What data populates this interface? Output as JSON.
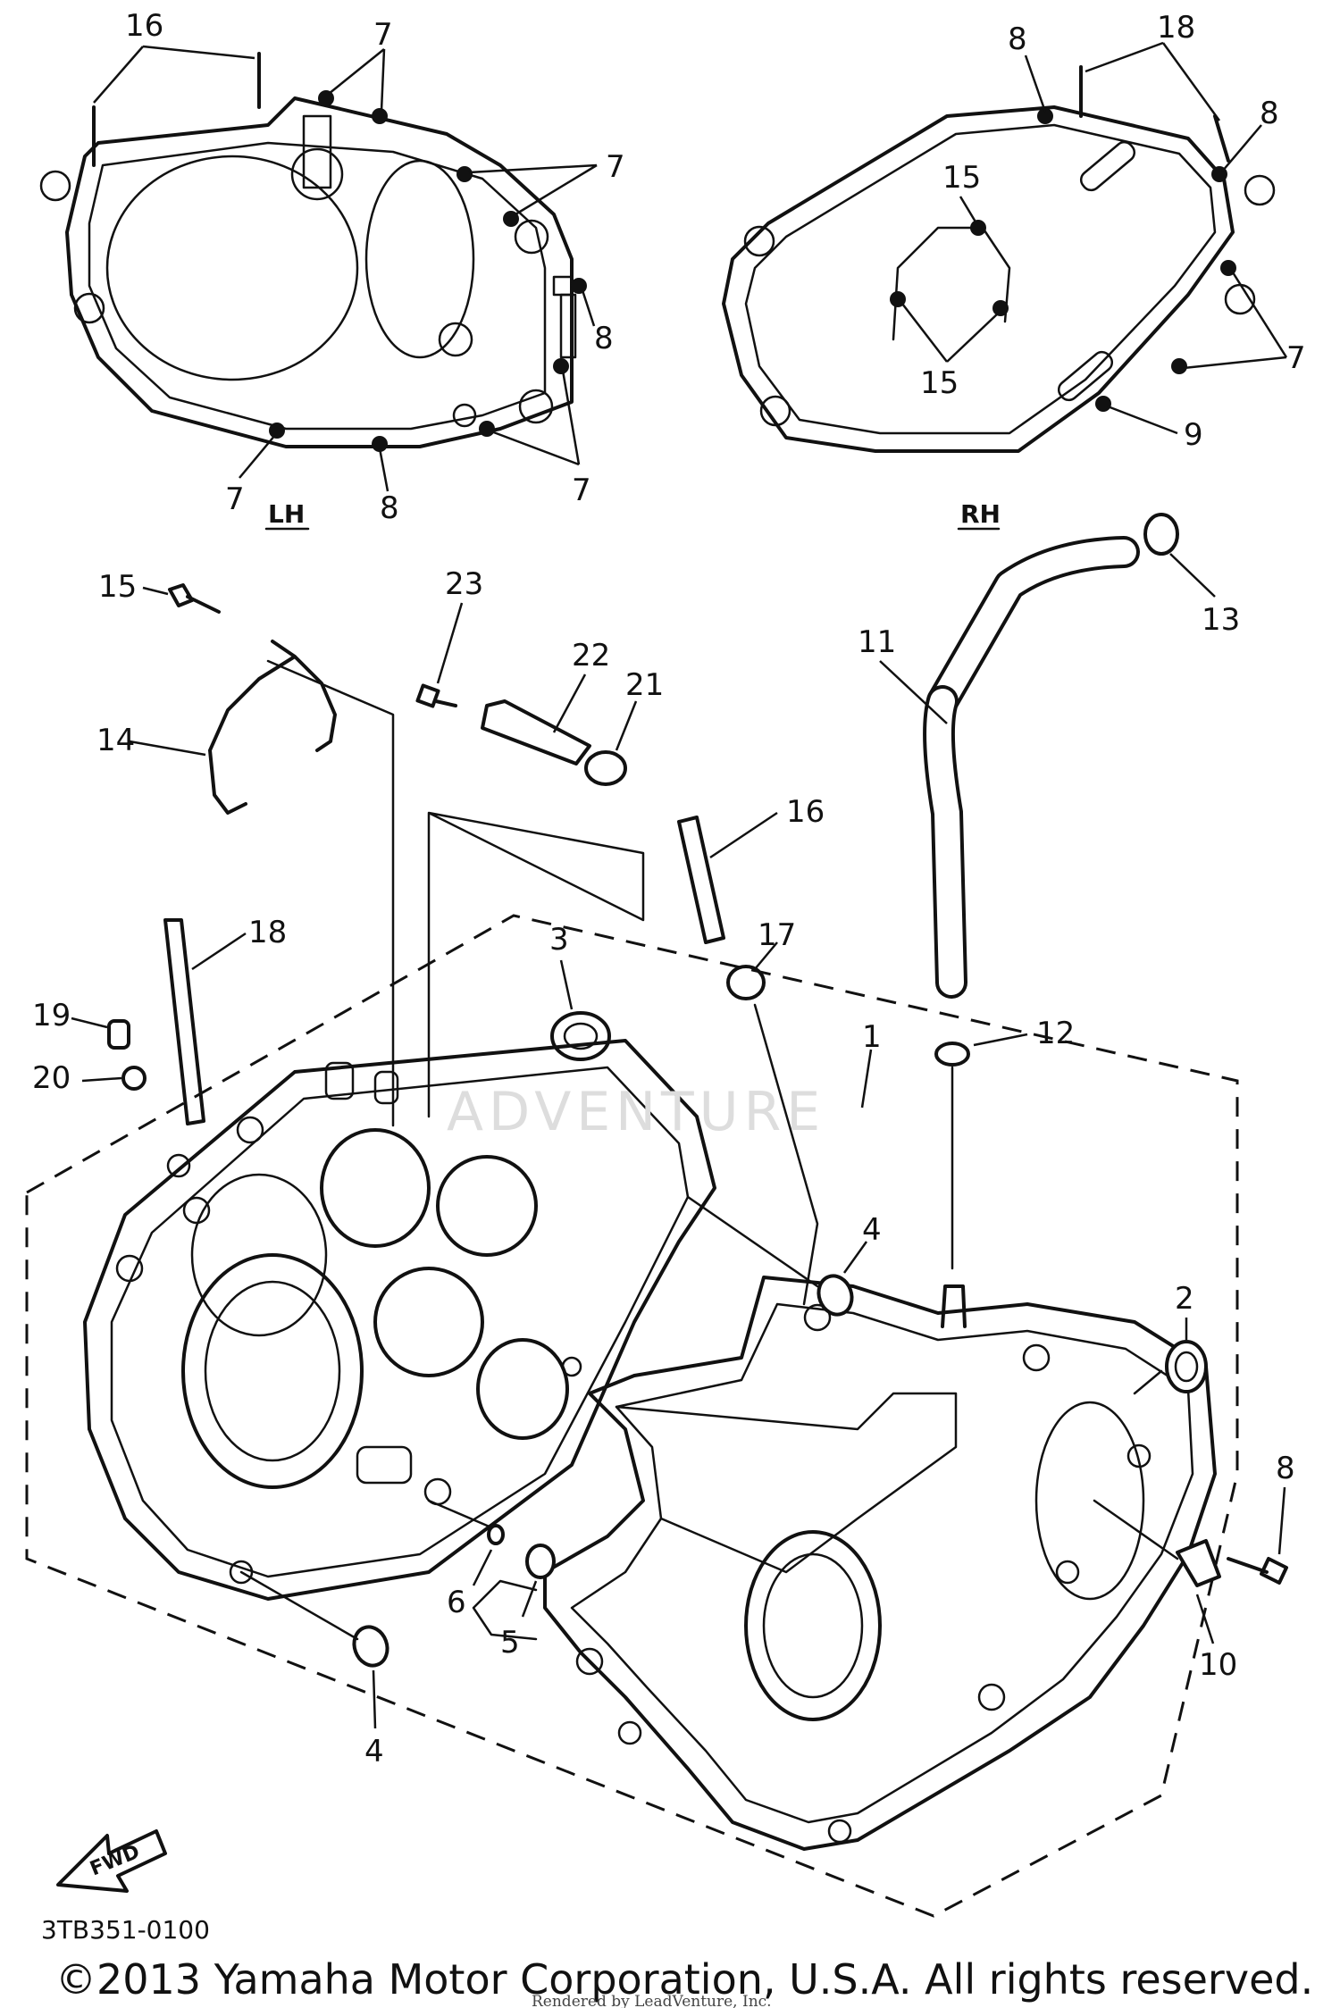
{
  "labels": {
    "lh": "LH",
    "rh": "RH",
    "fwd": "FWD",
    "diagram_code": "3TB351-0100",
    "copyright": "©2013 Yamaha Motor Corporation, U.S.A. All rights reserved.",
    "rendered_by": "Rendered by LeadVenture, Inc.",
    "watermark": "ADVENTURE"
  },
  "callouts": {
    "lh_gasket": [
      "16",
      "7",
      "7",
      "8",
      "7",
      "8",
      "7"
    ],
    "rh_gasket": [
      "8",
      "18",
      "8",
      "15",
      "15",
      "7",
      "9"
    ],
    "upper_parts": [
      "15",
      "14",
      "23",
      "22",
      "21",
      "11",
      "13",
      "12",
      "16",
      "17",
      "18",
      "19",
      "20",
      "3",
      "1"
    ],
    "lower_parts": [
      "4",
      "4",
      "5",
      "6",
      "2",
      "8",
      "10"
    ]
  }
}
